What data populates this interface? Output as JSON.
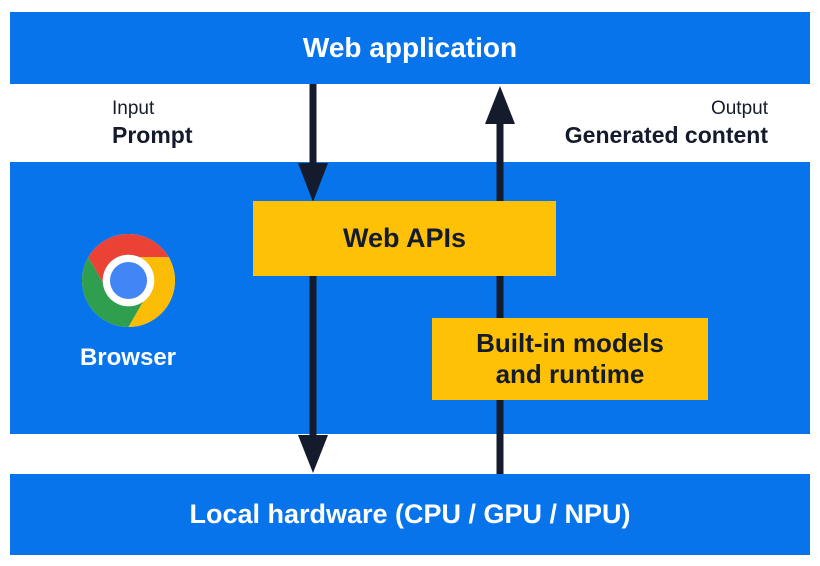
{
  "diagram": {
    "top_bar": {
      "label": "Web application"
    },
    "io_labels": {
      "input_title": "Input",
      "input_value": "Prompt",
      "output_title": "Output",
      "output_value": "Generated content"
    },
    "browser_section": {
      "browser_label": "Browser",
      "web_apis_label": "Web APIs",
      "builtin_models_line1": "Built-in models",
      "builtin_models_line2": "and runtime"
    },
    "bottom_bar": {
      "label": "Local hardware (CPU / GPU / NPU)"
    },
    "icons": {
      "chrome_logo": "chrome-logo-icon",
      "down_arrow": "down-arrow-icon",
      "up_arrow": "up-arrow-icon"
    },
    "colors": {
      "section_blue": "#0774EC",
      "box_yellow": "#FFC105",
      "text_navy": "#141B2C",
      "text_white": "#FFFFFF",
      "chrome_red": "#EA4335",
      "chrome_green": "#2F9E4F",
      "chrome_yellow": "#FBBC05",
      "chrome_blue": "#4285F4"
    }
  }
}
